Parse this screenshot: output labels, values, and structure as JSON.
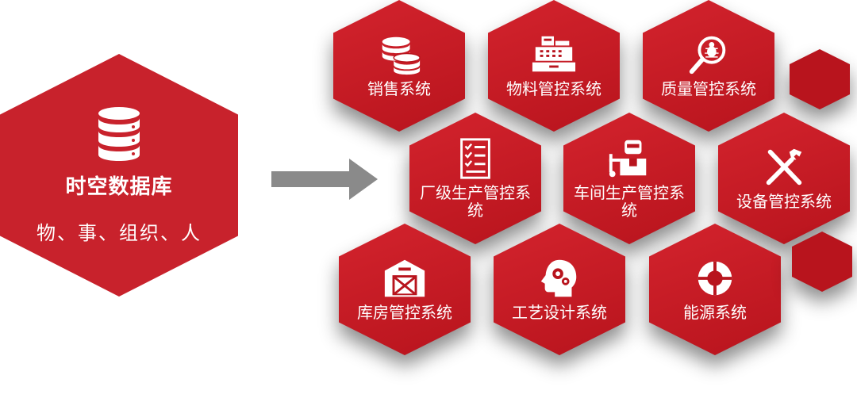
{
  "main": {
    "title": "时空数据库",
    "subtitle": "物、事、组织、人",
    "icon": "database-icon"
  },
  "systems": [
    {
      "label": "销售系统",
      "icon": "coins-icon"
    },
    {
      "label": "物料管控系统",
      "icon": "cash-register-icon"
    },
    {
      "label": "质量管控系统",
      "icon": "bug-magnifier-icon"
    },
    {
      "label": "厂级生产管控系统",
      "icon": "checklist-icon"
    },
    {
      "label": "车间生产管控系统",
      "icon": "worker-icon"
    },
    {
      "label": "设备管控系统",
      "icon": "tools-icon"
    },
    {
      "label": "库房管控系统",
      "icon": "warehouse-icon"
    },
    {
      "label": "工艺设计系统",
      "icon": "head-gears-icon"
    },
    {
      "label": "能源系统",
      "icon": "lifebuoy-icon"
    }
  ],
  "colors": {
    "primary": "#c8222c",
    "dark": "#b8141d",
    "arrow": "#8a8a8a"
  }
}
